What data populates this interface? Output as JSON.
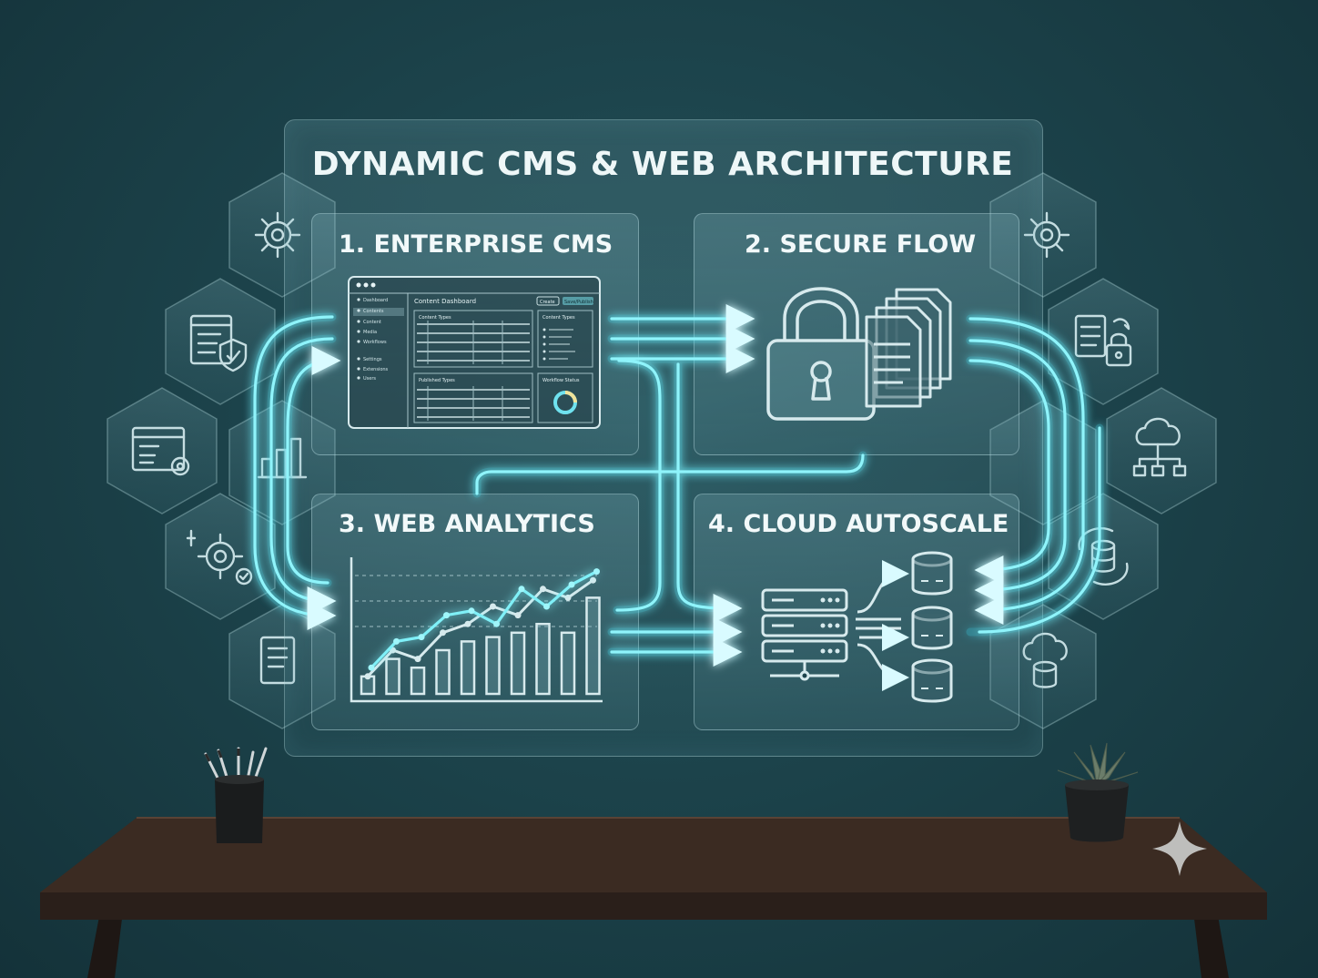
{
  "diagram": {
    "title": "DYNAMIC CMS & WEB ARCHITECTURE",
    "panels": [
      {
        "id": "cms",
        "label": "1. ENTERPRISE CMS"
      },
      {
        "id": "secure",
        "label": "2. SECURE FLOW"
      },
      {
        "id": "analytics",
        "label": "3. WEB ANALYTICS"
      },
      {
        "id": "cloud",
        "label": "4. CLOUD AUTOSCALE"
      }
    ],
    "cms_screen": {
      "header": "Content Dashboard",
      "buttons": [
        "Create",
        "Save/Publish"
      ],
      "nav": [
        "Dashboard",
        "Contents",
        "Content",
        "Media",
        "Workflows",
        "Settings",
        "Extensions",
        "Users"
      ],
      "box1_title": "Content Types",
      "box2_title": "Content Types",
      "box3_title": "Published Types",
      "box4_title": "Workflow Status"
    },
    "analytics_chart": {
      "bars": [
        2,
        4,
        3,
        5,
        6,
        6.5,
        7,
        8,
        7,
        11
      ],
      "line_a": [
        3,
        6,
        6.5,
        9,
        9.5,
        8,
        12,
        10,
        12.5,
        14
      ],
      "line_b": [
        2,
        5,
        4,
        7,
        8,
        10,
        9,
        12,
        11,
        13
      ]
    },
    "colors": {
      "glow": "#5ee6f5",
      "glow_core": "#d9fbff",
      "line": "#c9dfe2",
      "background": "#1c434b",
      "table_top": "#3a2a21"
    },
    "side_icons": [
      "gear-icon",
      "document-shield-icon",
      "browser-gear-icon",
      "bar-chart-icon",
      "sync-gear-icon",
      "document-icon",
      "network-gear-icon",
      "document-lock-icon",
      "cloud-network-icon",
      "database-sync-icon",
      "cloud-database-icon"
    ]
  }
}
